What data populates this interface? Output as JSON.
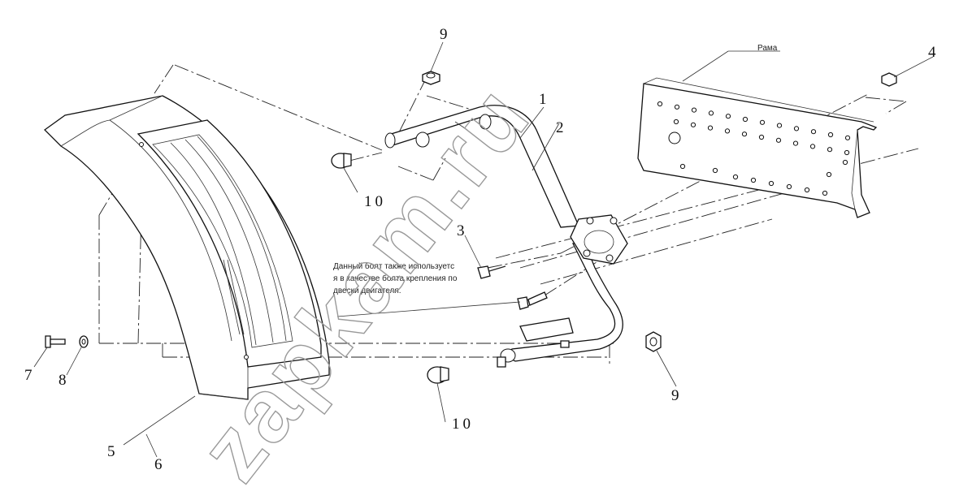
{
  "watermark": "zapkam.ru",
  "frame_label": "Рама",
  "note_lines": [
    "Данный болт также используетс",
    "я в качестве болта крепления по",
    "двески двигателя."
  ],
  "callouts": [
    {
      "id": "c1",
      "text": "1"
    },
    {
      "id": "c2",
      "text": "2"
    },
    {
      "id": "c3",
      "text": "3"
    },
    {
      "id": "c4",
      "text": "4"
    },
    {
      "id": "c5",
      "text": "5"
    },
    {
      "id": "c6",
      "text": "6"
    },
    {
      "id": "c7",
      "text": "7"
    },
    {
      "id": "c8",
      "text": "8"
    },
    {
      "id": "c9a",
      "text": "9"
    },
    {
      "id": "c9b",
      "text": "9"
    },
    {
      "id": "c10a",
      "text": "10"
    },
    {
      "id": "c10b",
      "text": "10"
    }
  ]
}
